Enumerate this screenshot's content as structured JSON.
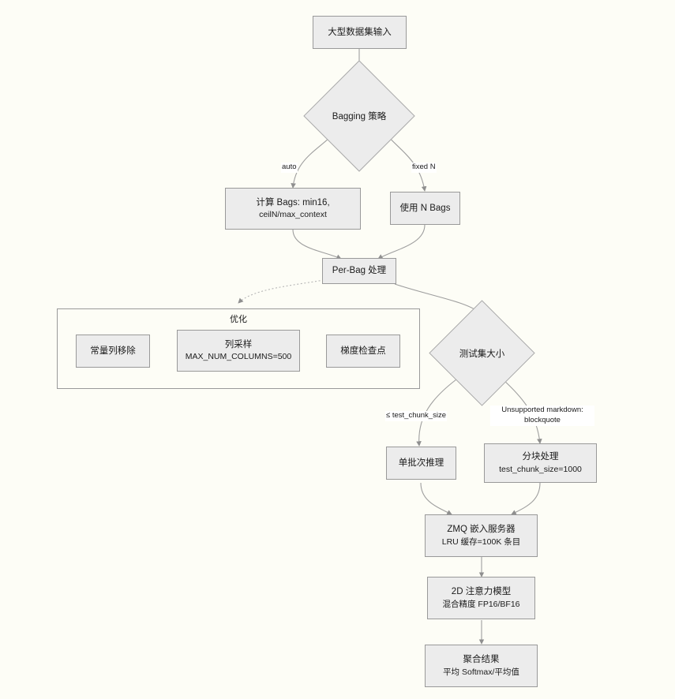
{
  "diagram": {
    "type": "flowchart",
    "title": "",
    "background_color": "#fdfdf6",
    "node_fill": "#ececec",
    "node_stroke": "#999999",
    "edge_color": "#9e9e9e"
  },
  "nodes": {
    "input": {
      "label": "大型数据集输入",
      "shape": "rect"
    },
    "bagging": {
      "label": "Bagging 策略",
      "shape": "diamond"
    },
    "calc_bags": {
      "line1": "计算 Bags: min16,",
      "line2": "ceilN/max_context",
      "shape": "rect"
    },
    "use_n_bags": {
      "label": "使用 N Bags",
      "shape": "rect"
    },
    "per_bag": {
      "label": "Per-Bag 处理",
      "shape": "rect"
    },
    "const_col": {
      "label": "常量列移除",
      "shape": "rect"
    },
    "col_sample": {
      "line1": "列采样",
      "line2": "MAX_NUM_COLUMNS=500",
      "shape": "rect"
    },
    "grad_ckpt": {
      "label": "梯度检查点",
      "shape": "rect"
    },
    "test_size": {
      "label": "测试集大小",
      "shape": "diamond"
    },
    "single_batch": {
      "label": "单批次推理",
      "shape": "rect"
    },
    "chunked": {
      "line1": "分块处理",
      "line2": "test_chunk_size=1000",
      "shape": "rect"
    },
    "zmq": {
      "line1": "ZMQ 嵌入服务器",
      "line2": "LRU 缓存=100K 条目",
      "shape": "rect"
    },
    "model2d": {
      "line1": "2D 注意力模型",
      "line2": "混合精度 FP16/BF16",
      "shape": "rect"
    },
    "aggregate": {
      "line1": "聚合结果",
      "line2": "平均 Softmax/平均值",
      "shape": "rect"
    }
  },
  "subgraphs": {
    "optimization": {
      "title": "优化"
    }
  },
  "edge_labels": {
    "auto": "auto",
    "fixed_n": "fixed N",
    "le_chunk": "≤ test_chunk_size",
    "unsupported": "Unsupported markdown: blockquote"
  }
}
